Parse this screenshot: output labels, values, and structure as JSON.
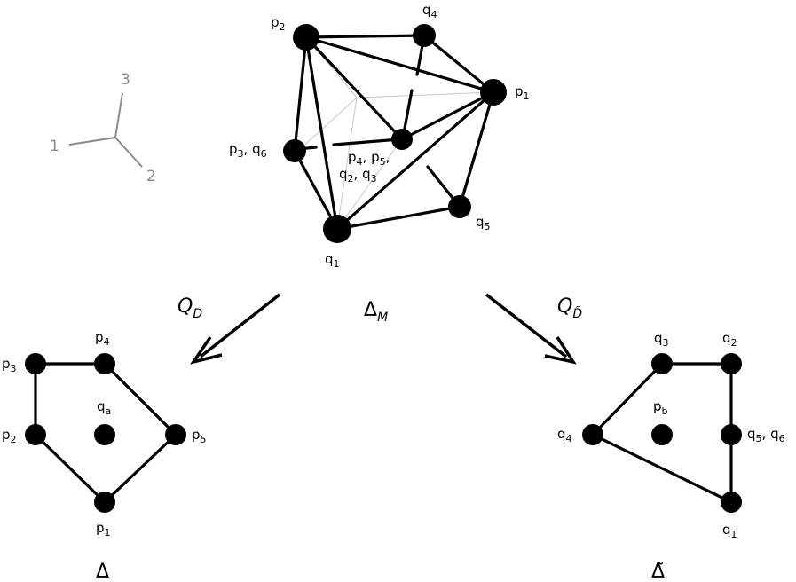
{
  "axes": {
    "x1": "1",
    "x2": "2",
    "x3": "3"
  },
  "polytope_M": {
    "name": "Δ",
    "name_sub": "M",
    "labels": {
      "p1": {
        "main": "p",
        "sub": "1"
      },
      "p2": {
        "main": "p",
        "sub": "2"
      },
      "p3q6": [
        {
          "main": "p",
          "sub": "3"
        },
        {
          "main": "q",
          "sub": "6"
        }
      ],
      "q4": {
        "main": "q",
        "sub": "4"
      },
      "center_line1": [
        {
          "main": "p",
          "sub": "4"
        },
        {
          "main": "p",
          "sub": "5"
        }
      ],
      "center_line2": [
        {
          "main": "q",
          "sub": "2"
        },
        {
          "main": "q",
          "sub": "3"
        }
      ],
      "q5": {
        "main": "q",
        "sub": "5"
      },
      "q1": {
        "main": "q",
        "sub": "1"
      }
    }
  },
  "map_left": {
    "main": "Q",
    "sub": "D"
  },
  "map_right": {
    "main": "Q",
    "sub": "D̃"
  },
  "polygon_left": {
    "name": "Δ",
    "labels": {
      "p3": {
        "main": "p",
        "sub": "3"
      },
      "p4": {
        "main": "p",
        "sub": "4"
      },
      "p2": {
        "main": "p",
        "sub": "2"
      },
      "qa": {
        "main": "q",
        "sub": "a"
      },
      "p5": {
        "main": "p",
        "sub": "5"
      },
      "p1": {
        "main": "p",
        "sub": "1"
      }
    }
  },
  "polygon_right": {
    "name": "Δ̃",
    "labels": {
      "q3": {
        "main": "q",
        "sub": "3"
      },
      "q2": {
        "main": "q",
        "sub": "2"
      },
      "q4": {
        "main": "q",
        "sub": "4"
      },
      "pb": {
        "main": "p",
        "sub": "b"
      },
      "q5q6": [
        {
          "main": "q",
          "sub": "5"
        },
        {
          "main": "q",
          "sub": "6"
        }
      ],
      "q1": {
        "main": "q",
        "sub": "1"
      }
    }
  }
}
